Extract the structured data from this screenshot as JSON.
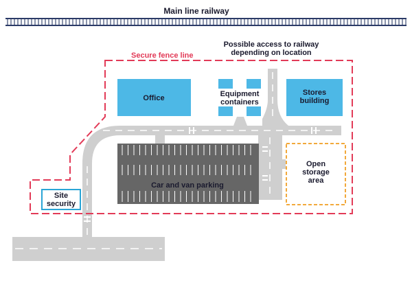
{
  "railway": {
    "label": "Main line railway"
  },
  "fence": {
    "label": "Secure fence line",
    "color": "#e23a57"
  },
  "access_note": {
    "line1": "Possible access to railway",
    "line2": "depending on location"
  },
  "buildings": {
    "office": {
      "label": "Office",
      "color": "#4db8e6"
    },
    "equipment": {
      "line1": "Equipment",
      "line2": "containers",
      "color": "#4db8e6"
    },
    "stores": {
      "line1": "Stores",
      "line2": "building",
      "color": "#4db8e6"
    }
  },
  "parking": {
    "label": "Car and van parking",
    "color": "#666666"
  },
  "storage": {
    "line1": "Open",
    "line2": "storage",
    "line3": "area",
    "color": "#f2a93b"
  },
  "security": {
    "line1": "Site",
    "line2": "security",
    "border_color": "#2aa5d6"
  },
  "colors": {
    "road": "#cfcfcf",
    "text": "#1a1a2e",
    "rail": "#2b3a67"
  }
}
